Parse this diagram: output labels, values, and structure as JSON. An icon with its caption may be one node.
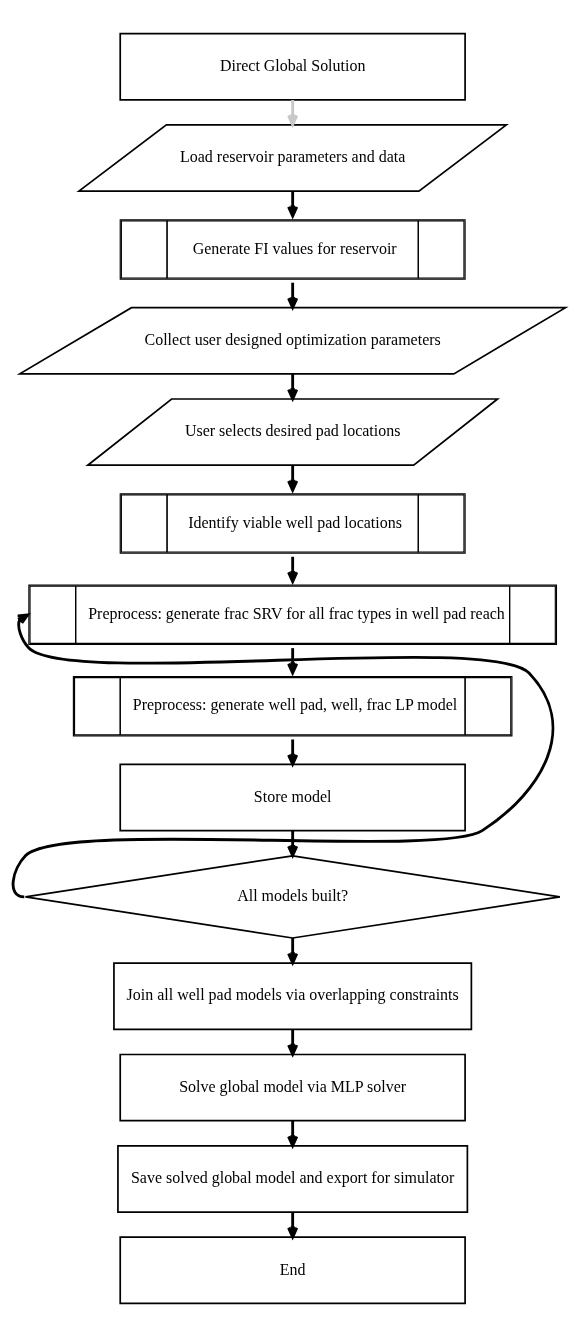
{
  "diagram": {
    "nodes": [
      {
        "text": [
          "Direct Global Solution"
        ]
      },
      {
        "text": [
          "Load reservoir parameters and data"
        ]
      },
      {
        "text": [
          "Generate FI values for reservoir"
        ]
      },
      {
        "text": [
          "Collect user designed optimization parameters"
        ]
      },
      {
        "text": [
          "User selects desired pad locations"
        ]
      },
      {
        "text": [
          "Identify viable well pad locations"
        ]
      },
      {
        "text": [
          "Preprocess: generate frac SRV for all frac types in well pad reach"
        ]
      },
      {
        "text": [
          "Preprocess: generate well pad, well, frac LP model"
        ]
      },
      {
        "text": [
          "Store model"
        ]
      },
      {
        "text": [
          "All models built?"
        ]
      },
      {
        "text": [
          "Join all well pad models via overlapping constraints"
        ]
      },
      {
        "text": [
          "Solve global model via MLP solver"
        ]
      },
      {
        "text": [
          "Save solved global model and export for simulator"
        ]
      },
      {
        "text": [
          "End"
        ]
      }
    ],
    "edges": [
      {
        "from": 0,
        "to": 1,
        "arrow": "to",
        "color": "#c8c8c8"
      },
      {
        "from": 1,
        "to": 2,
        "arrow": "to"
      },
      {
        "from": 2,
        "to": 3,
        "arrow": "to"
      },
      {
        "from": 3,
        "to": 4,
        "arrow": "to"
      },
      {
        "from": 4,
        "to": 5,
        "arrow": "to"
      },
      {
        "from": 5,
        "to": 6,
        "arrow": "to"
      },
      {
        "from": 6,
        "to": 7,
        "arrow": "to"
      },
      {
        "from": 7,
        "to": 8,
        "arrow": "to"
      },
      {
        "from": 8,
        "to": 9,
        "arrow": "to"
      },
      {
        "from": 9,
        "to": 6,
        "arrow": "to"
      },
      {
        "from": 9,
        "to": 10,
        "arrow": "to"
      },
      {
        "from": 10,
        "to": 11,
        "arrow": "to"
      },
      {
        "from": 11,
        "to": 12,
        "arrow": "to"
      },
      {
        "from": 12,
        "to": 13,
        "arrow": "to"
      }
    ]
  }
}
